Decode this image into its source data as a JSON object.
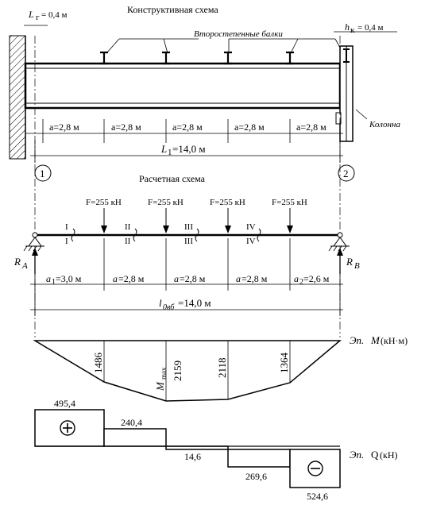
{
  "structural": {
    "title": "Конструктивная схема",
    "secondary_beams_label": "Второстепенные балки",
    "column_label": "Колонна",
    "lz_label": "L",
    "lz_sub": "г",
    "lz_value": "= 0,4 м",
    "hk_label": "h",
    "hk_sub": "к",
    "hk_value": "= 0,4 м",
    "spans": [
      "a=2,8 м",
      "a=2,8 м",
      "a=2,8 м",
      "a=2,8 м",
      "a=2,8 м"
    ],
    "total_prefix": "L",
    "total_sub": "1",
    "total_value": "=14,0 м",
    "axis_left": "1",
    "axis_right": "2"
  },
  "calc": {
    "title": "Расчетная схема",
    "forces": [
      "F=255 кН",
      "F=255 кН",
      "F=255 кН",
      "F=255 кН"
    ],
    "sections": [
      {
        "top": "I",
        "bottom": "I"
      },
      {
        "top": "II",
        "bottom": "II"
      },
      {
        "top": "III",
        "bottom": "III"
      },
      {
        "top": "IV",
        "bottom": "IV"
      }
    ],
    "ra": "R",
    "ra_sub": "A",
    "rb": "R",
    "rb_sub": "B",
    "spans": [
      {
        "label": "a",
        "sub": "1",
        "value": "=3,0 м"
      },
      {
        "label": "a",
        "sub": "",
        "value": "=2,8 м"
      },
      {
        "label": "a",
        "sub": "",
        "value": "=2,8 м"
      },
      {
        "label": "a",
        "sub": "",
        "value": "=2,8 м"
      },
      {
        "label": "a",
        "sub": "2",
        "value": "=2,6 м"
      }
    ],
    "total_prefix": "l",
    "total_sub": "0вб",
    "total_value": "=14,0 м"
  },
  "moment": {
    "label_prefix": "Эп.",
    "label_symbol": "M",
    "label_unit": "(кН·м)",
    "values": [
      "1486",
      "2159",
      "2118",
      "1364"
    ],
    "mmax": "M",
    "mmax_sub": "max"
  },
  "shear": {
    "label_prefix": "Эп.",
    "label_symbol": "Q",
    "label_unit": "(кН)",
    "values": [
      "495,4",
      "240,4",
      "14,6",
      "269,6",
      "524,6"
    ],
    "plus_sign": "⊕",
    "minus_sign": "⊖"
  }
}
